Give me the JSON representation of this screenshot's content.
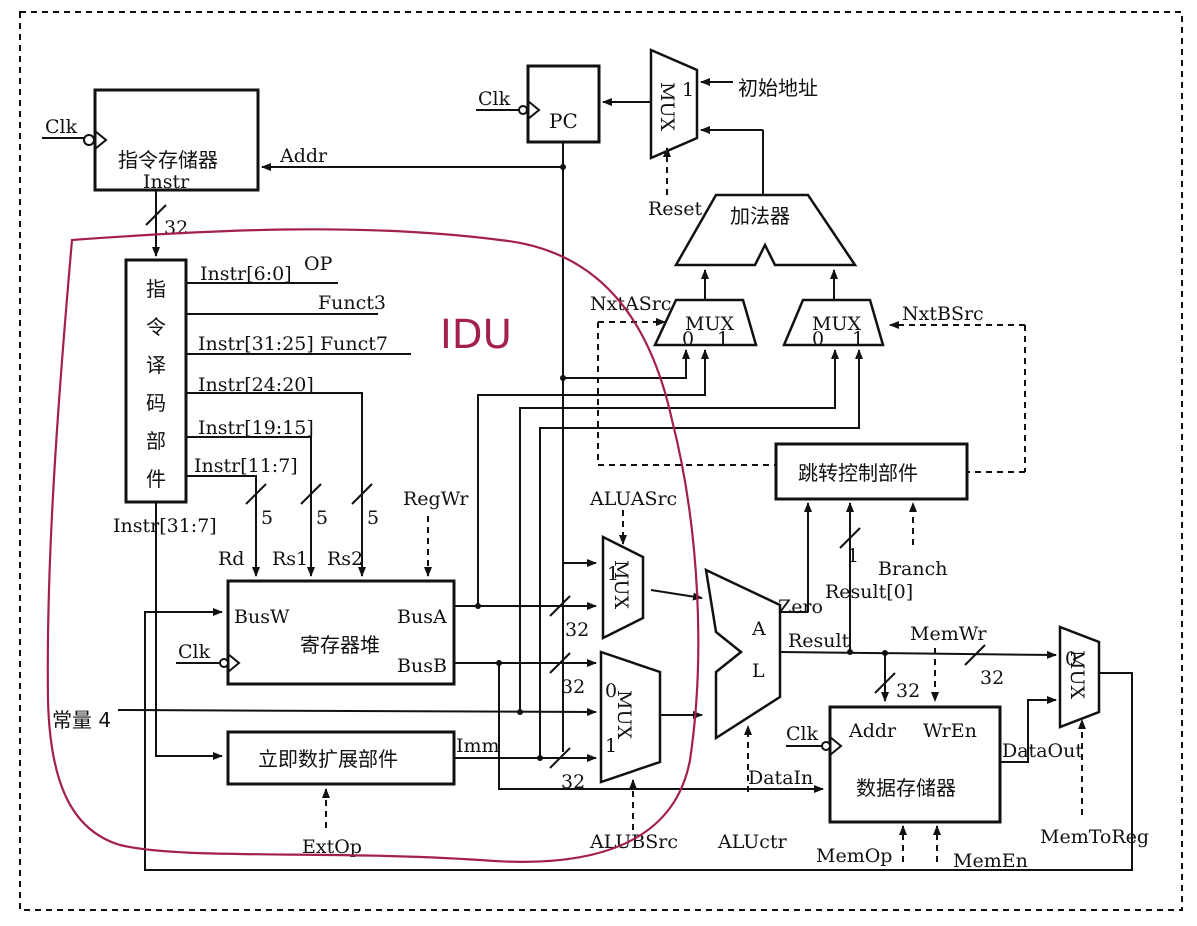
{
  "labels": {
    "clk": "Clk",
    "instr_mem": "指令存储器",
    "addr": "Addr",
    "instr": "Instr",
    "w32": "32",
    "pc": "PC",
    "mux": "MUX",
    "one": "1",
    "zero": "0",
    "init_addr": "初始地址",
    "reset": "Reset",
    "adder": "加法器",
    "decoder_chars": [
      "指",
      "令",
      "译",
      "码",
      "部",
      "件"
    ],
    "instr_6_0": "Instr[6:0]",
    "op": "OP",
    "funct3": "Funct3",
    "instr_31_25": "Instr[31:25]",
    "funct7": "Funct7",
    "instr_24_20": "Instr[24:20]",
    "instr_19_15": "Instr[19:15]",
    "instr_11_7": "Instr[11:7]",
    "instr_31_7": "Instr[31:7]",
    "idu": "IDU",
    "nxtasrc": "NxtASrc",
    "nxtbsrc": "NxtBSrc",
    "jump_ctrl": "跳转控制部件",
    "branch": "Branch",
    "five": "5",
    "rd": "Rd",
    "rs1": "Rs1",
    "rs2": "Rs2",
    "regwr": "RegWr",
    "aluasrc": "ALUASrc",
    "busw": "BusW",
    "busa": "BusA",
    "busb": "BusB",
    "regfile": "寄存器堆",
    "const4": "常量 4",
    "imm_ext": "立即数扩展部件",
    "imm": "Imm",
    "extop": "ExtOp",
    "alubsrc": "ALUBSrc",
    "aluctr": "ALUctr",
    "alu_a": "A",
    "alu_l": "L",
    "zero_sig": "Zero",
    "result": "Result",
    "result0": "Result[0]",
    "memwr": "MemWr",
    "wren": "WrEn",
    "dataout": "DataOut",
    "datain": "DataIn",
    "data_mem": "数据存储器",
    "memop": "MemOp",
    "memen": "MemEn",
    "memtoreg": "MemToReg"
  },
  "colors": {
    "idu_outline": "#a3204a",
    "line": "#111111"
  }
}
